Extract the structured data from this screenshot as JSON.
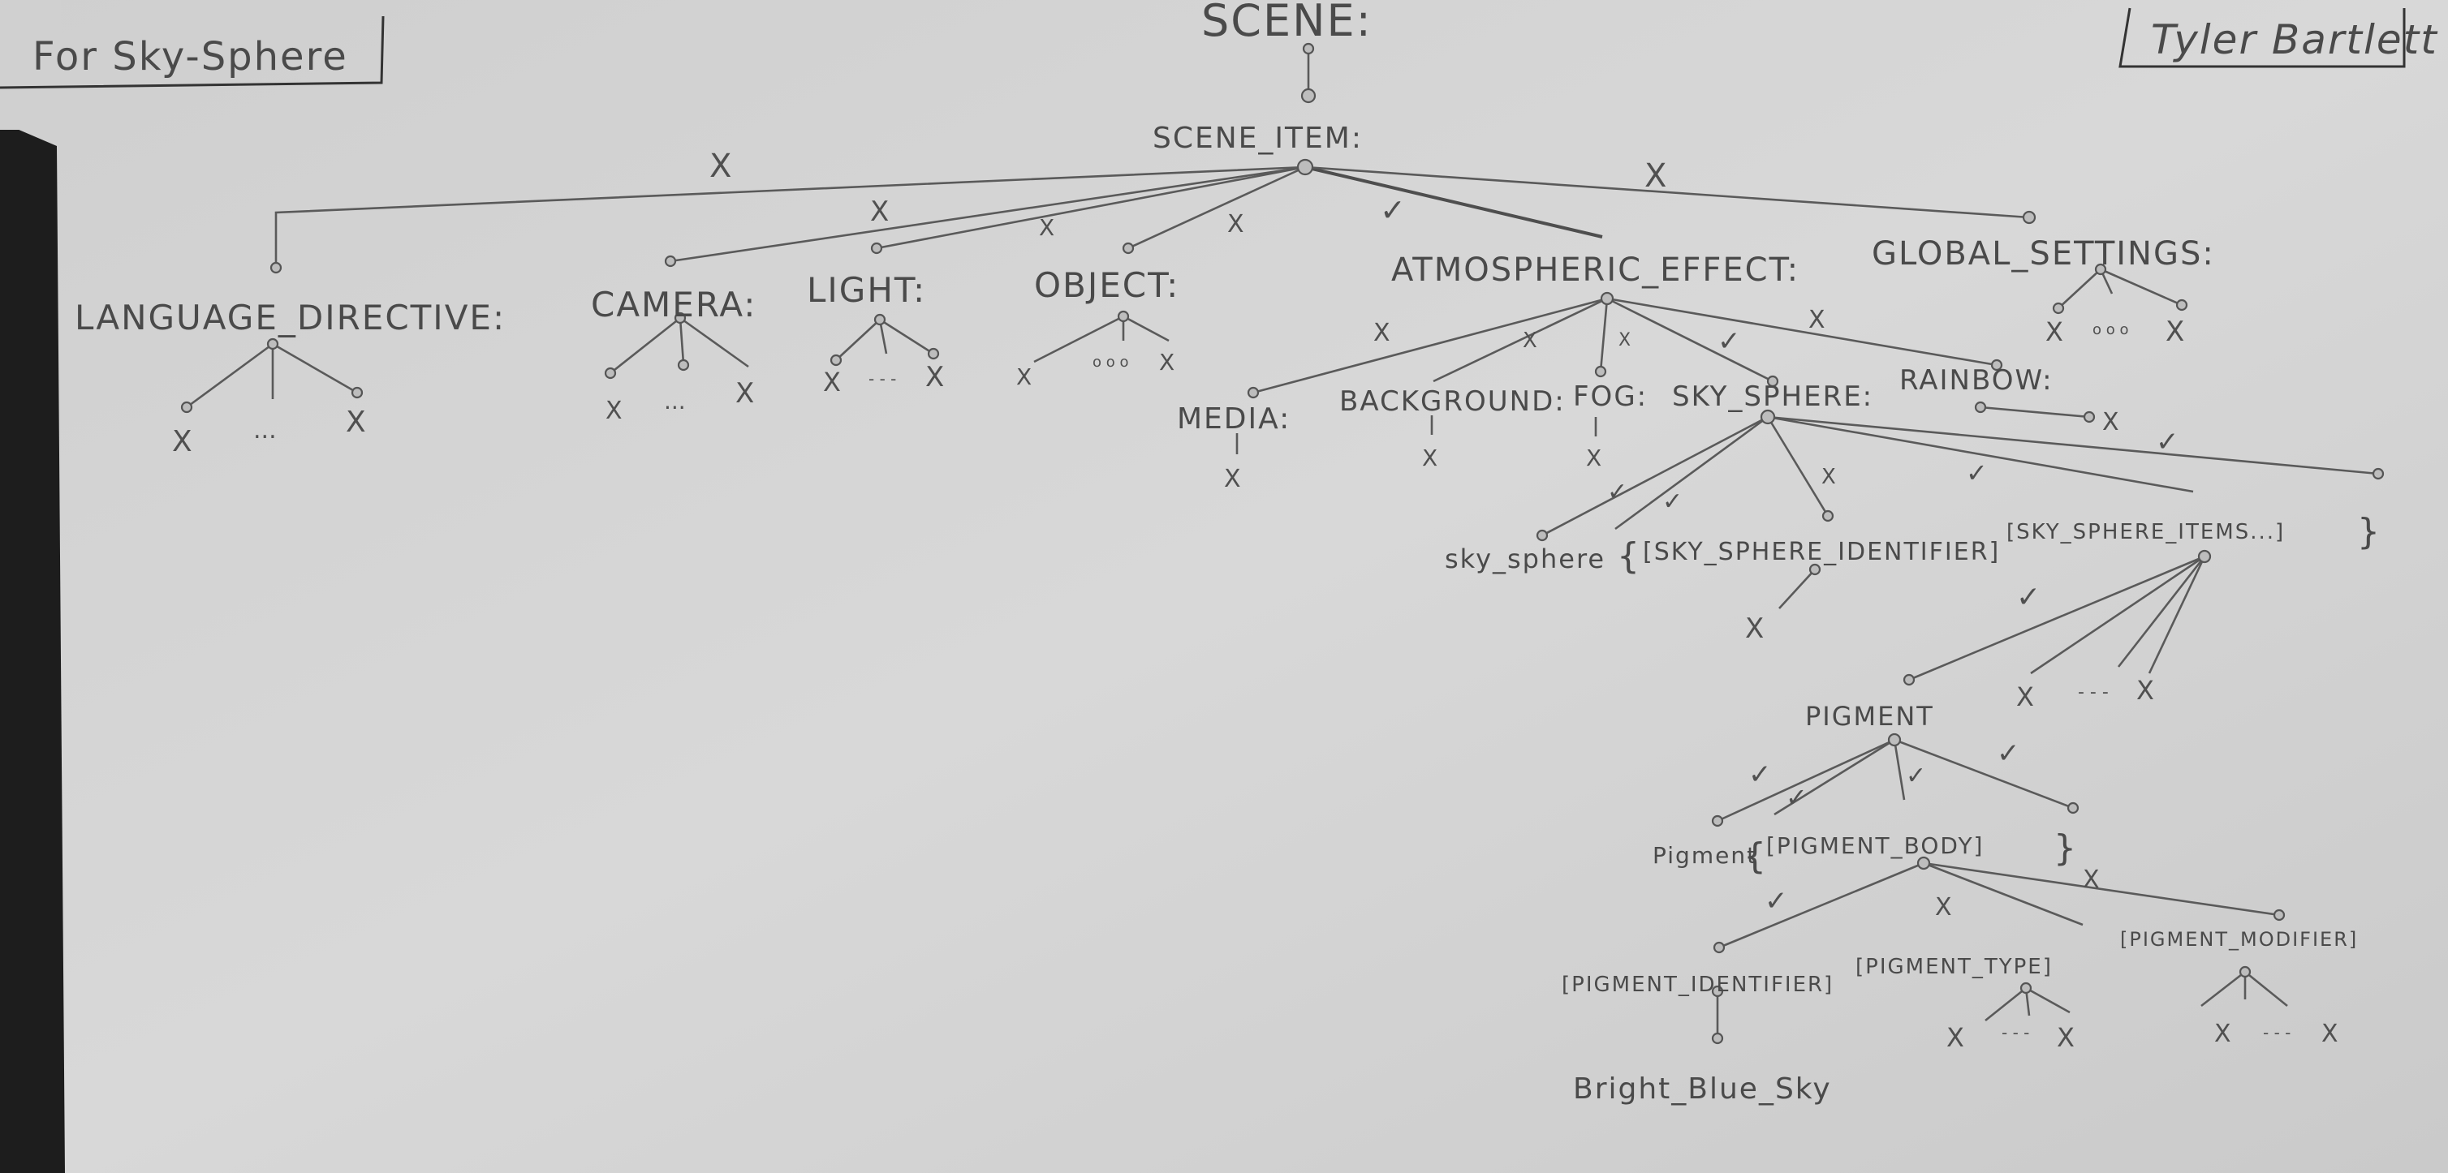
{
  "header": {
    "left_note": "For Sky-Sphere",
    "title": "SCENE:",
    "author": "Tyler Bartlett"
  },
  "level1": {
    "scene_item": "SCENE_ITEM:"
  },
  "level2": {
    "language_directive": "LANGUAGE_DIRECTIVE:",
    "camera": "CAMERA:",
    "light": "LIGHT:",
    "object": "OBJECT:",
    "atmospheric_effect": "ATMOSPHERIC_EFFECT:",
    "global_settings": "GLOBAL_SETTINGS:"
  },
  "level3": {
    "media": "MEDIA:",
    "background": "BACKGROUND:",
    "fog": "FOG:",
    "sky_sphere": "SKY_SPHERE:",
    "rainbow": "RAINBOW:"
  },
  "sky_sphere_rule": {
    "keyword": "sky_sphere",
    "brace_open": "{",
    "identifier": "[SKY_SPHERE_IDENTIFIER]",
    "items": "[SKY_SPHERE_ITEMS...]",
    "brace_close": "}"
  },
  "pigment_level": {
    "pigment": "PIGMENT"
  },
  "pigment_rule": {
    "keyword": "Pigment",
    "brace_open": "{",
    "body": "[PIGMENT_BODY]",
    "brace_close": "}"
  },
  "pigment_body": {
    "identifier": "[PIGMENT_IDENTIFIER]",
    "type": "[PIGMENT_TYPE]",
    "modifier": "[PIGMENT_MODIFIER]"
  },
  "leaf": {
    "value": "Bright_Blue_Sky"
  },
  "marks": {
    "cross": "X",
    "check": "✓",
    "ellipsis": "...",
    "small_ellipsis": "- - -",
    "dot_ellipsis": "o o o",
    "dash": "I"
  },
  "colors": {
    "paper": "#d4d4d4",
    "ink": "#4a4a4a",
    "background": "#1d1d1d"
  }
}
